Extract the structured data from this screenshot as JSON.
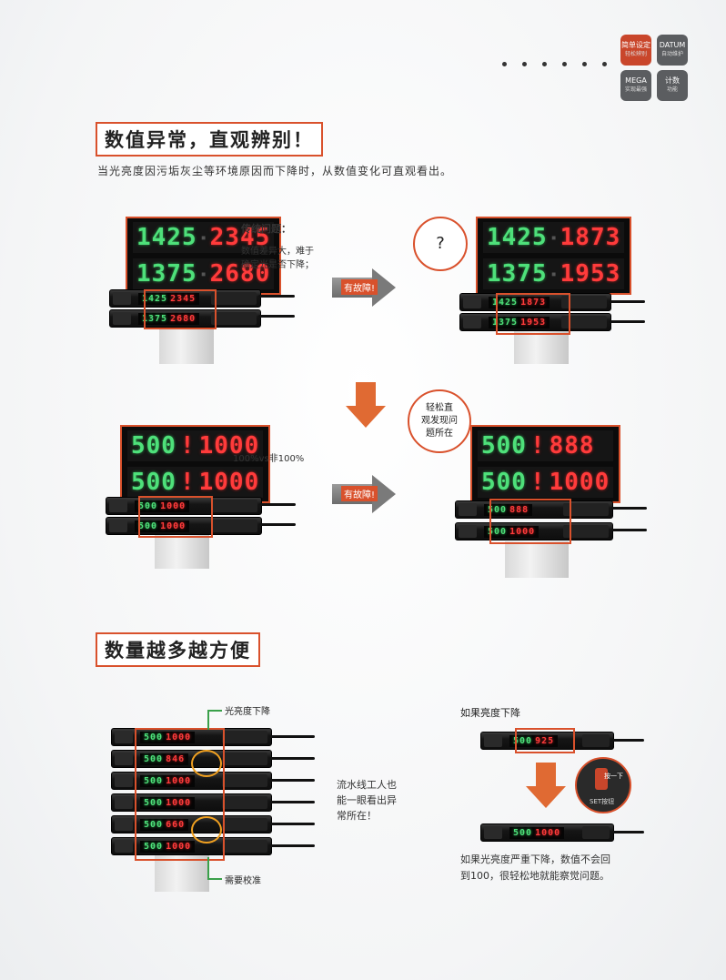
{
  "badges": [
    {
      "line1": "简单设定",
      "line2": "轻松辨别",
      "color": "#c9462b"
    },
    {
      "line1": "DATUM",
      "line2": "自动维护",
      "color": "#5b5d60"
    },
    {
      "line1": "MEGA",
      "line2": "实现最强",
      "color": "#5b5d60"
    },
    {
      "line1": "计数",
      "line2": "功能",
      "color": "#5b5d60"
    }
  ],
  "section1": {
    "title": "数值异常，直观辨别！",
    "subtitle": "当光亮度因污垢灰尘等环境原因而下降时，从数值变化可直观看出。",
    "traditional_note": [
      "传统问题：",
      "数值差异大，难于",
      "确定光是否下降；"
    ],
    "question_mark": "?",
    "arrow_label": "有故障!",
    "arrow_label_2": "有故障!",
    "easy_note": [
      "轻松直",
      "观发现问",
      "题所在"
    ],
    "ratio_note": "100%vs非100%",
    "panel_tl": {
      "rows": [
        [
          "1425",
          "2345"
        ],
        [
          "1375",
          "2680"
        ]
      ]
    },
    "panel_tr": {
      "rows": [
        [
          "1425",
          "1873"
        ],
        [
          "1375",
          "1953"
        ]
      ]
    },
    "panel_bl": {
      "rows": [
        [
          "500",
          "1000"
        ],
        [
          "500",
          "1000"
        ]
      ]
    },
    "panel_br": {
      "rows": [
        [
          "500",
          "888"
        ],
        [
          "500",
          "1000"
        ]
      ]
    }
  },
  "section2": {
    "title": "数量越多越方便",
    "callout_top": "光亮度下降",
    "callout_bottom": "需要校准",
    "worker_note": [
      "流水线工人也",
      "能一眼看出异",
      "常所在！"
    ],
    "stack_rows": [
      [
        "500",
        "1000"
      ],
      [
        "500",
        "846"
      ],
      [
        "500",
        "1000"
      ],
      [
        "500",
        "1000"
      ],
      [
        "500",
        "660"
      ],
      [
        "500",
        "1000"
      ]
    ],
    "right_title": "如果亮度下降",
    "right_top_values": [
      "500",
      "925"
    ],
    "right_bottom_values": [
      "500",
      "1000"
    ],
    "set_button_label": "SET按钮",
    "press_label": "按一下",
    "conclusion": [
      "如果光亮度严重下降，数值不会回",
      "到100，很轻松地就能察觉问题。"
    ]
  },
  "colors": {
    "accent": "#d9512c",
    "green_digit": "#4ee07a",
    "red_digit": "#ff3b3b"
  }
}
